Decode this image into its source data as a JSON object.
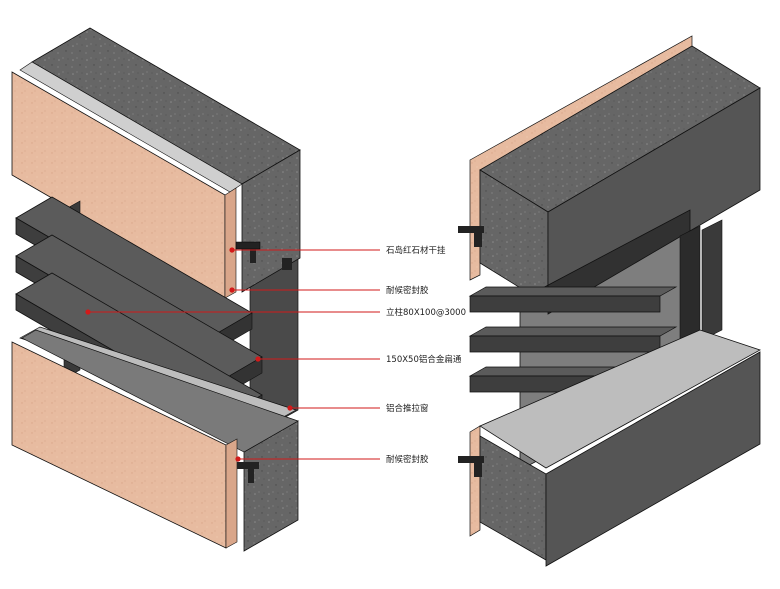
{
  "colors": {
    "stone": "#e7bba0",
    "stone_shade": "#d9a68a",
    "concrete_front": "#6e6e6e",
    "concrete_top": "#5c5c5c",
    "concrete_side": "#7a7a7a",
    "louver_top": "#5b5b5b",
    "louver_front": "#3e3e3e",
    "frame_light": "#d6d6d6",
    "frame_dark": "#2b2b2b",
    "glass": "rgba(20,20,20,0.55)",
    "leader": "#d21a1a",
    "line": "#111111"
  },
  "callouts": [
    {
      "id": "stone-dry-hang",
      "text": "石岛红石材干挂"
    },
    {
      "id": "sealant-top",
      "text": "耐候密封胶"
    },
    {
      "id": "post",
      "text": "立柱80X100@3000"
    },
    {
      "id": "louver",
      "text": "150X50铝合金扁通"
    },
    {
      "id": "sliding-window",
      "text": "铝合推拉窗"
    },
    {
      "id": "sealant-bottom",
      "text": "耐候密封胶"
    }
  ],
  "icons": {
    "leader_dot": "red-dot",
    "bracket": "steel-bracket-icon"
  }
}
